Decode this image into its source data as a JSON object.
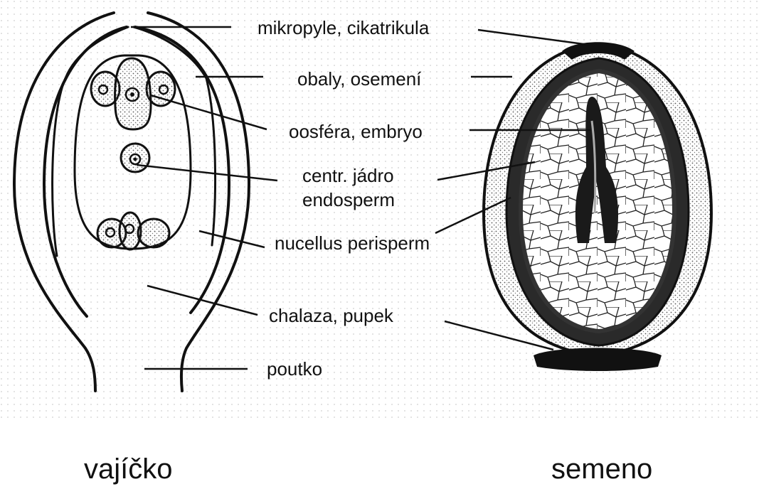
{
  "labels": {
    "micropyle": "mikropyle, cikatrikula",
    "integuments": "obaly, osemení",
    "egg": "oosféra, embryo",
    "central_1": "centr. jádro",
    "central_2": "endosperm",
    "nucellus": "nucellus perisperm",
    "chalaza": "chalaza, pupek",
    "funiculus": "poutko"
  },
  "captions": {
    "left": "vajíčko",
    "right": "semeno"
  }
}
